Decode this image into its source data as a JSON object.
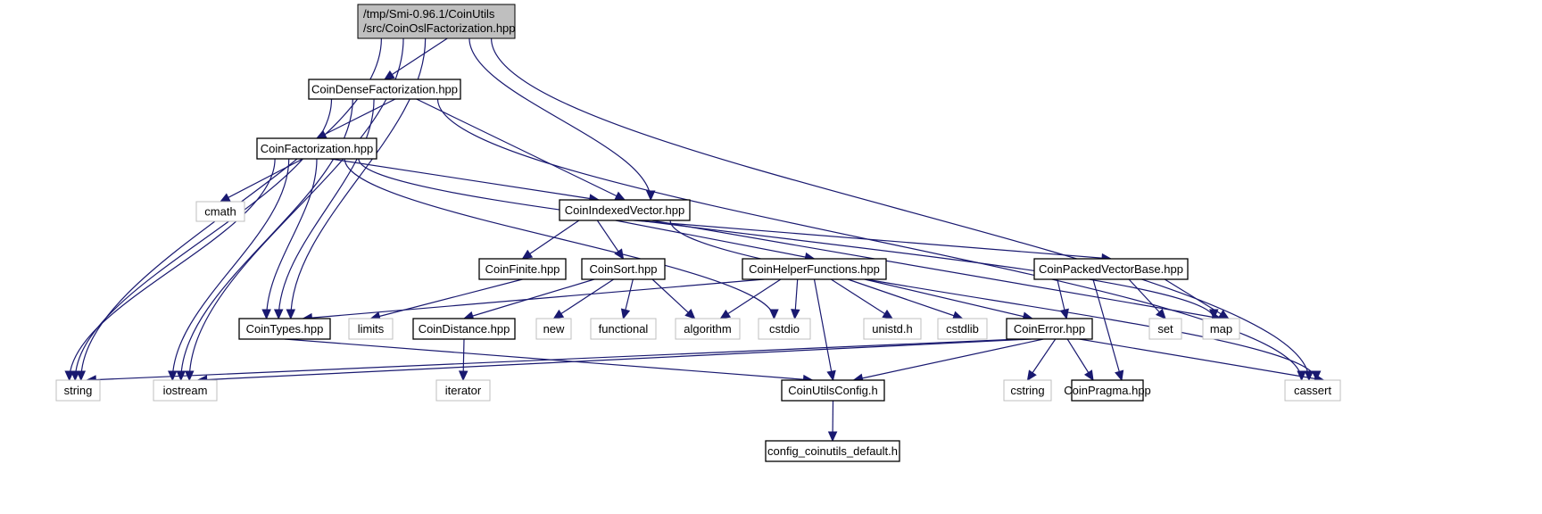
{
  "diagram": {
    "type": "include-dependency-graph",
    "edge_color": "#191970",
    "root": {
      "id": "root",
      "label_lines": [
        "/tmp/Smi-0.96.1/CoinUtils",
        "/src/CoinOslFactorization.hpp"
      ],
      "fill": "#bfbfbf",
      "stroke": "#000000"
    },
    "nodes": [
      {
        "id": "dense",
        "label": "CoinDenseFactorization.hpp",
        "kind": "project"
      },
      {
        "id": "fact",
        "label": "CoinFactorization.hpp",
        "kind": "project"
      },
      {
        "id": "cmath",
        "label": "cmath",
        "kind": "system"
      },
      {
        "id": "indexed",
        "label": "CoinIndexedVector.hpp",
        "kind": "project"
      },
      {
        "id": "finite",
        "label": "CoinFinite.hpp",
        "kind": "project"
      },
      {
        "id": "sort",
        "label": "CoinSort.hpp",
        "kind": "project"
      },
      {
        "id": "helper",
        "label": "CoinHelperFunctions.hpp",
        "kind": "project"
      },
      {
        "id": "packed",
        "label": "CoinPackedVectorBase.hpp",
        "kind": "project"
      },
      {
        "id": "types",
        "label": "CoinTypes.hpp",
        "kind": "project"
      },
      {
        "id": "limits",
        "label": "limits",
        "kind": "system"
      },
      {
        "id": "distance",
        "label": "CoinDistance.hpp",
        "kind": "project"
      },
      {
        "id": "new",
        "label": "new",
        "kind": "system"
      },
      {
        "id": "functional",
        "label": "functional",
        "kind": "system"
      },
      {
        "id": "algorithm",
        "label": "algorithm",
        "kind": "system"
      },
      {
        "id": "cstdio",
        "label": "cstdio",
        "kind": "system"
      },
      {
        "id": "unistd",
        "label": "unistd.h",
        "kind": "system"
      },
      {
        "id": "cstdlib",
        "label": "cstdlib",
        "kind": "system"
      },
      {
        "id": "error",
        "label": "CoinError.hpp",
        "kind": "project"
      },
      {
        "id": "set",
        "label": "set",
        "kind": "system"
      },
      {
        "id": "map",
        "label": "map",
        "kind": "system"
      },
      {
        "id": "string",
        "label": "string",
        "kind": "system"
      },
      {
        "id": "iostream",
        "label": "iostream",
        "kind": "system"
      },
      {
        "id": "iterator",
        "label": "iterator",
        "kind": "system"
      },
      {
        "id": "config",
        "label": "CoinUtilsConfig.h",
        "kind": "project"
      },
      {
        "id": "cstring",
        "label": "cstring",
        "kind": "system"
      },
      {
        "id": "pragma",
        "label": "CoinPragma.hpp",
        "kind": "project"
      },
      {
        "id": "cassert",
        "label": "cassert",
        "kind": "system"
      },
      {
        "id": "configdef",
        "label": "config_coinutils_default.h",
        "kind": "project"
      }
    ],
    "edges": [
      [
        "root",
        "dense"
      ],
      [
        "root",
        "string"
      ],
      [
        "root",
        "iostream"
      ],
      [
        "root",
        "types"
      ],
      [
        "root",
        "indexed"
      ],
      [
        "root",
        "cassert"
      ],
      [
        "dense",
        "fact"
      ],
      [
        "dense",
        "string"
      ],
      [
        "dense",
        "iostream"
      ],
      [
        "dense",
        "types"
      ],
      [
        "dense",
        "indexed"
      ],
      [
        "dense",
        "cassert"
      ],
      [
        "fact",
        "cmath"
      ],
      [
        "fact",
        "string"
      ],
      [
        "fact",
        "iostream"
      ],
      [
        "fact",
        "types"
      ],
      [
        "fact",
        "indexed"
      ],
      [
        "fact",
        "cstdio"
      ],
      [
        "fact",
        "map"
      ],
      [
        "indexed",
        "finite"
      ],
      [
        "indexed",
        "sort"
      ],
      [
        "indexed",
        "helper"
      ],
      [
        "indexed",
        "packed"
      ],
      [
        "indexed",
        "cassert"
      ],
      [
        "indexed",
        "map"
      ],
      [
        "finite",
        "limits"
      ],
      [
        "sort",
        "distance"
      ],
      [
        "sort",
        "new"
      ],
      [
        "sort",
        "functional"
      ],
      [
        "sort",
        "algorithm"
      ],
      [
        "helper",
        "types"
      ],
      [
        "helper",
        "algorithm"
      ],
      [
        "helper",
        "cstdio"
      ],
      [
        "helper",
        "unistd"
      ],
      [
        "helper",
        "cstdlib"
      ],
      [
        "helper",
        "config"
      ],
      [
        "helper",
        "error"
      ],
      [
        "packed",
        "error"
      ],
      [
        "packed",
        "pragma"
      ],
      [
        "packed",
        "set"
      ],
      [
        "packed",
        "map"
      ],
      [
        "error",
        "string"
      ],
      [
        "error",
        "iostream"
      ],
      [
        "error",
        "config"
      ],
      [
        "error",
        "cstring"
      ],
      [
        "error",
        "pragma"
      ],
      [
        "error",
        "cassert"
      ],
      [
        "types",
        "config"
      ],
      [
        "distance",
        "iterator"
      ],
      [
        "config",
        "configdef"
      ]
    ],
    "styles": {
      "project": {
        "fill": "#ffffff",
        "stroke": "#000000"
      },
      "system": {
        "fill": "#ffffff",
        "stroke": "#bfbfbf"
      }
    }
  }
}
